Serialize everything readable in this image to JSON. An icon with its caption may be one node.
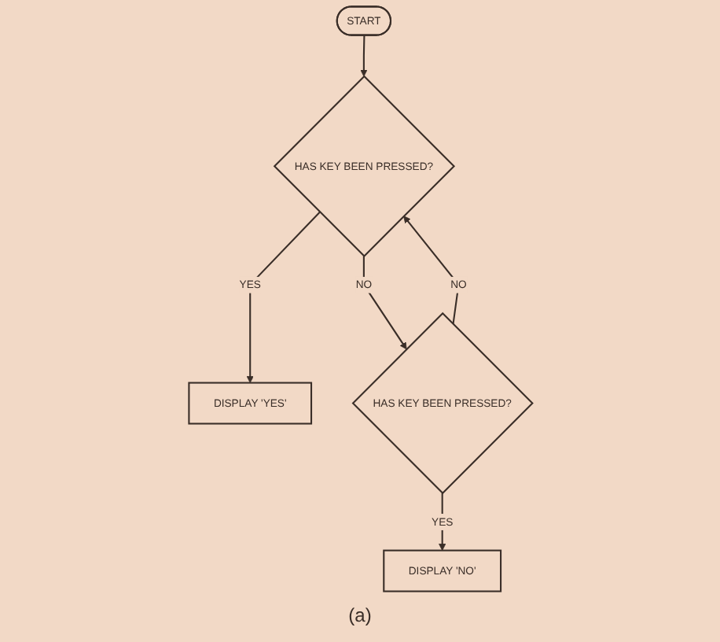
{
  "diagram": {
    "caption": "(a)",
    "nodes": [
      {
        "text": [
          "START"
        ]
      },
      {
        "text": [
          "HAS KEY BEEN PRESSED?"
        ]
      },
      {
        "text": [
          "DISPLAY 'YES'"
        ]
      },
      {
        "text": [
          "HAS KEY BEEN PRESSED?"
        ]
      },
      {
        "text": [
          "DISPLAY 'NO'"
        ]
      }
    ],
    "edges": [
      {
        "from": 0,
        "to": 1,
        "arrow": "to"
      },
      {
        "from": 1,
        "to": 2,
        "arrow": "to",
        "label": "YES"
      },
      {
        "from": 1,
        "to": 3,
        "arrow": "to",
        "label": "NO"
      },
      {
        "from": 3,
        "to": 4,
        "arrow": "to",
        "label": "YES"
      },
      {
        "from": 3,
        "to": 1,
        "arrow": "to",
        "label": "NO"
      }
    ]
  }
}
